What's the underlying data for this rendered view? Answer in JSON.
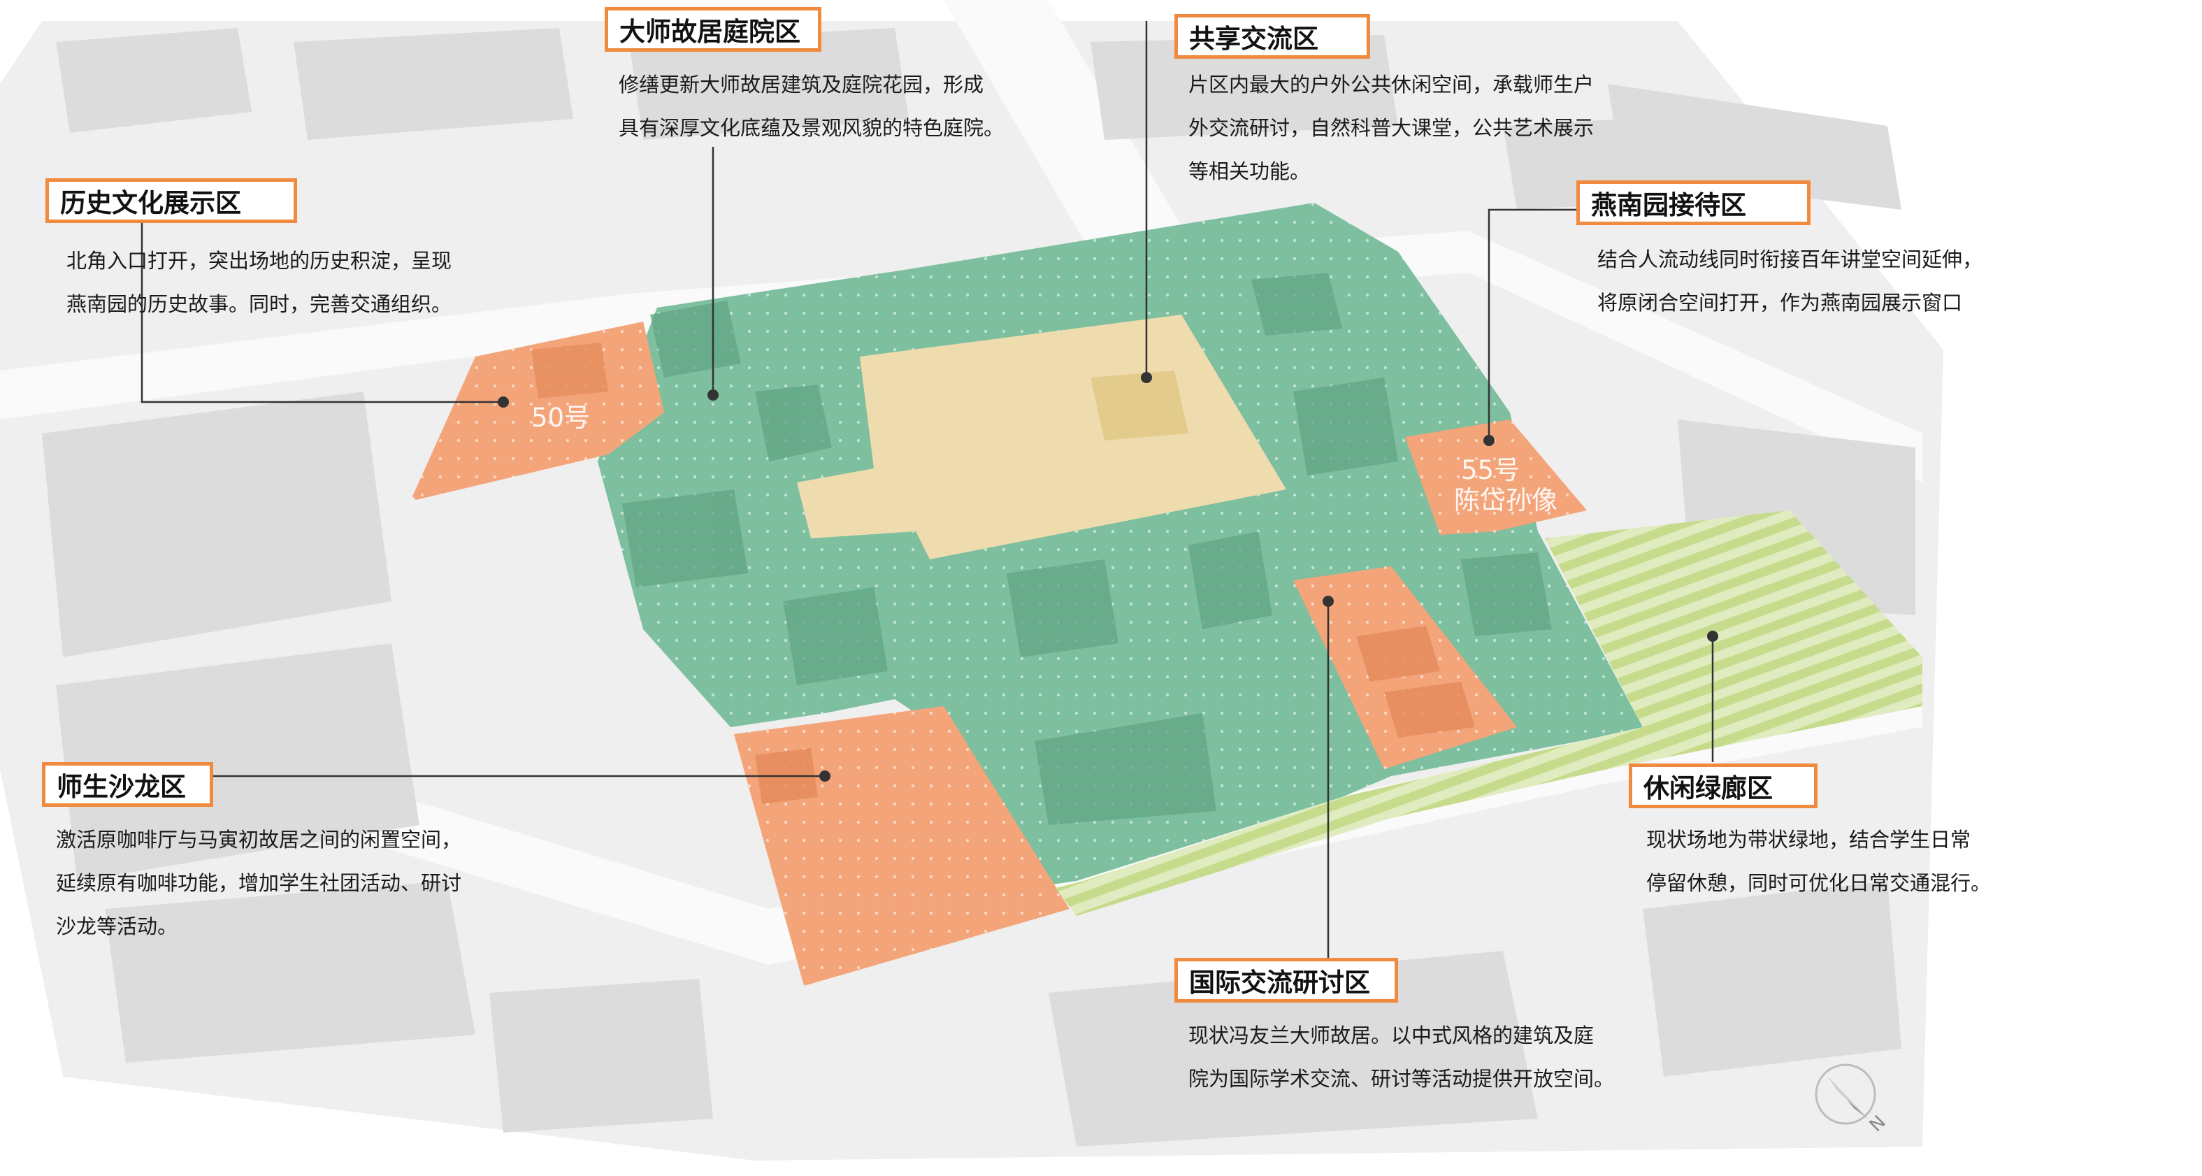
{
  "zones": [
    {
      "key": "history",
      "title": "历史文化展示区",
      "desc": [
        "北角入口打开，突出场地的历史积淀，呈现",
        "燕南园的历史故事。同时，完善交通组织。"
      ]
    },
    {
      "key": "courtyard",
      "title": "大师故居庭院区",
      "desc": [
        "修缮更新大师故居建筑及庭院花园，形成",
        "具有深厚文化底蕴及景观风貌的特色庭院。"
      ]
    },
    {
      "key": "shared",
      "title": "共享交流区",
      "desc": [
        "片区内最大的户外公共休闲空间，承载师生户",
        "外交流研讨，自然科普大课堂，公共艺术展示",
        "等相关功能。"
      ]
    },
    {
      "key": "reception",
      "title": "燕南园接待区",
      "desc": [
        "结合人流动线同时衔接百年讲堂空间延伸，",
        "将原闭合空间打开，作为燕南园展示窗口"
      ]
    },
    {
      "key": "salon",
      "title": "师生沙龙区",
      "desc": [
        "激活原咖啡厅与马寅初故居之间的闲置空间，",
        "延续原有咖啡功能，增加学生社团活动、研讨",
        "沙龙等活动。"
      ]
    },
    {
      "key": "greenway",
      "title": "休闲绿廊区",
      "desc": [
        "现状场地为带状绿地，结合学生日常",
        "停留休憩，同时可优化日常交通混行。"
      ]
    },
    {
      "key": "international",
      "title": "国际交流研讨区",
      "desc": [
        "现状冯友兰大师故居。以中式风格的建筑及庭",
        "院为国际学术交流、研讨等活动提供开放空间。"
      ]
    }
  ],
  "map_labels": {
    "no50": "50号",
    "no55_line1": "55号",
    "no55_line2": "陈岱孙像"
  },
  "compass_letter": "N",
  "colors": {
    "accent_border": "#ef8a3f",
    "zone_green": "#7dbf9f",
    "zone_sand": "#efdcae",
    "zone_orange": "#f4a479",
    "zone_lime": "#c6dc8c",
    "base_gray": "#e7e7e7"
  }
}
